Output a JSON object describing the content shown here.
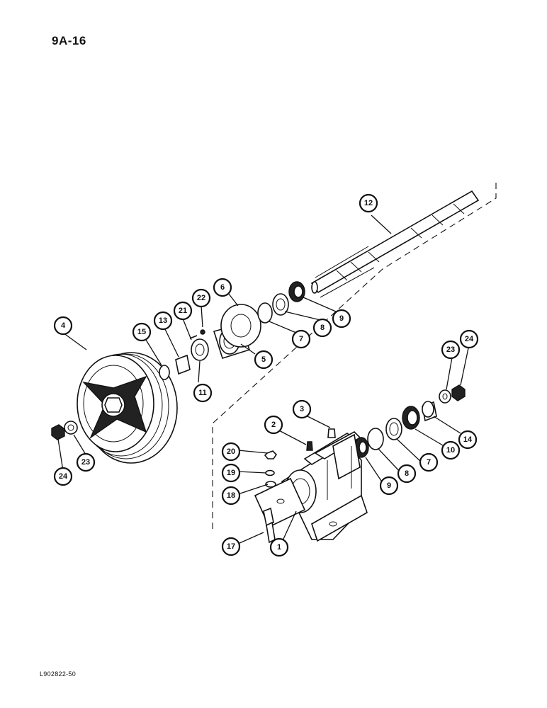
{
  "header": {
    "page_number": "9A-16"
  },
  "footer": {
    "figure_code": "L902822-50"
  },
  "callouts": [
    {
      "label": "1"
    },
    {
      "label": "2"
    },
    {
      "label": "3"
    },
    {
      "label": "4"
    },
    {
      "label": "5"
    },
    {
      "label": "6"
    },
    {
      "label": "7"
    },
    {
      "label": "8"
    },
    {
      "label": "9"
    },
    {
      "label": "10"
    },
    {
      "label": "11"
    },
    {
      "label": "12"
    },
    {
      "label": "13"
    },
    {
      "label": "14"
    },
    {
      "label": "15"
    },
    {
      "label": "17"
    },
    {
      "label": "18"
    },
    {
      "label": "19"
    },
    {
      "label": "20"
    },
    {
      "label": "21"
    },
    {
      "label": "22"
    },
    {
      "label": "23"
    },
    {
      "label": "24"
    },
    {
      "label": "7"
    },
    {
      "label": "8"
    },
    {
      "label": "9"
    },
    {
      "label": "23"
    },
    {
      "label": "24"
    }
  ]
}
